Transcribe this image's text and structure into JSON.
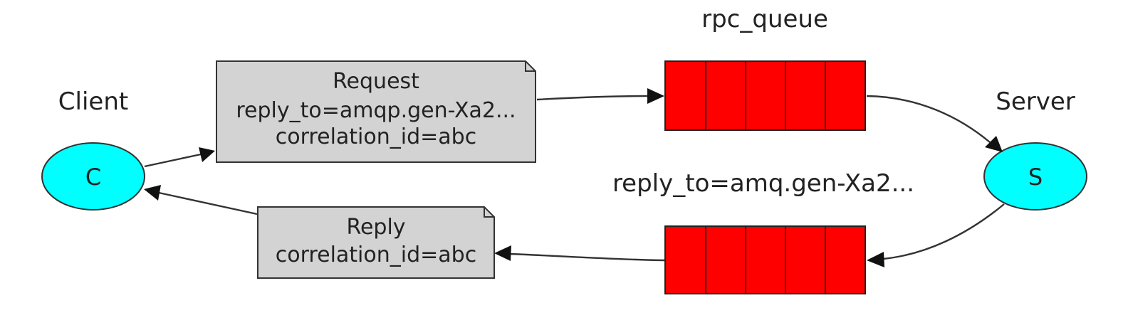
{
  "client": {
    "title": "Client",
    "letter": "C"
  },
  "server": {
    "title": "Server",
    "letter": "S"
  },
  "request_message": {
    "lines": [
      "Request",
      "reply_to=amqp.gen-Xa2...",
      "correlation_id=abc"
    ]
  },
  "reply_message": {
    "lines": [
      "Reply",
      "correlation_id=abc"
    ]
  },
  "request_queue": {
    "label": "rpc_queue"
  },
  "reply_queue": {
    "label": "reply_to=amq.gen-Xa2..."
  },
  "colors": {
    "node_fill": "#00ffff",
    "queue_fill": "#ff0000",
    "message_fill": "#d3d3d3"
  }
}
